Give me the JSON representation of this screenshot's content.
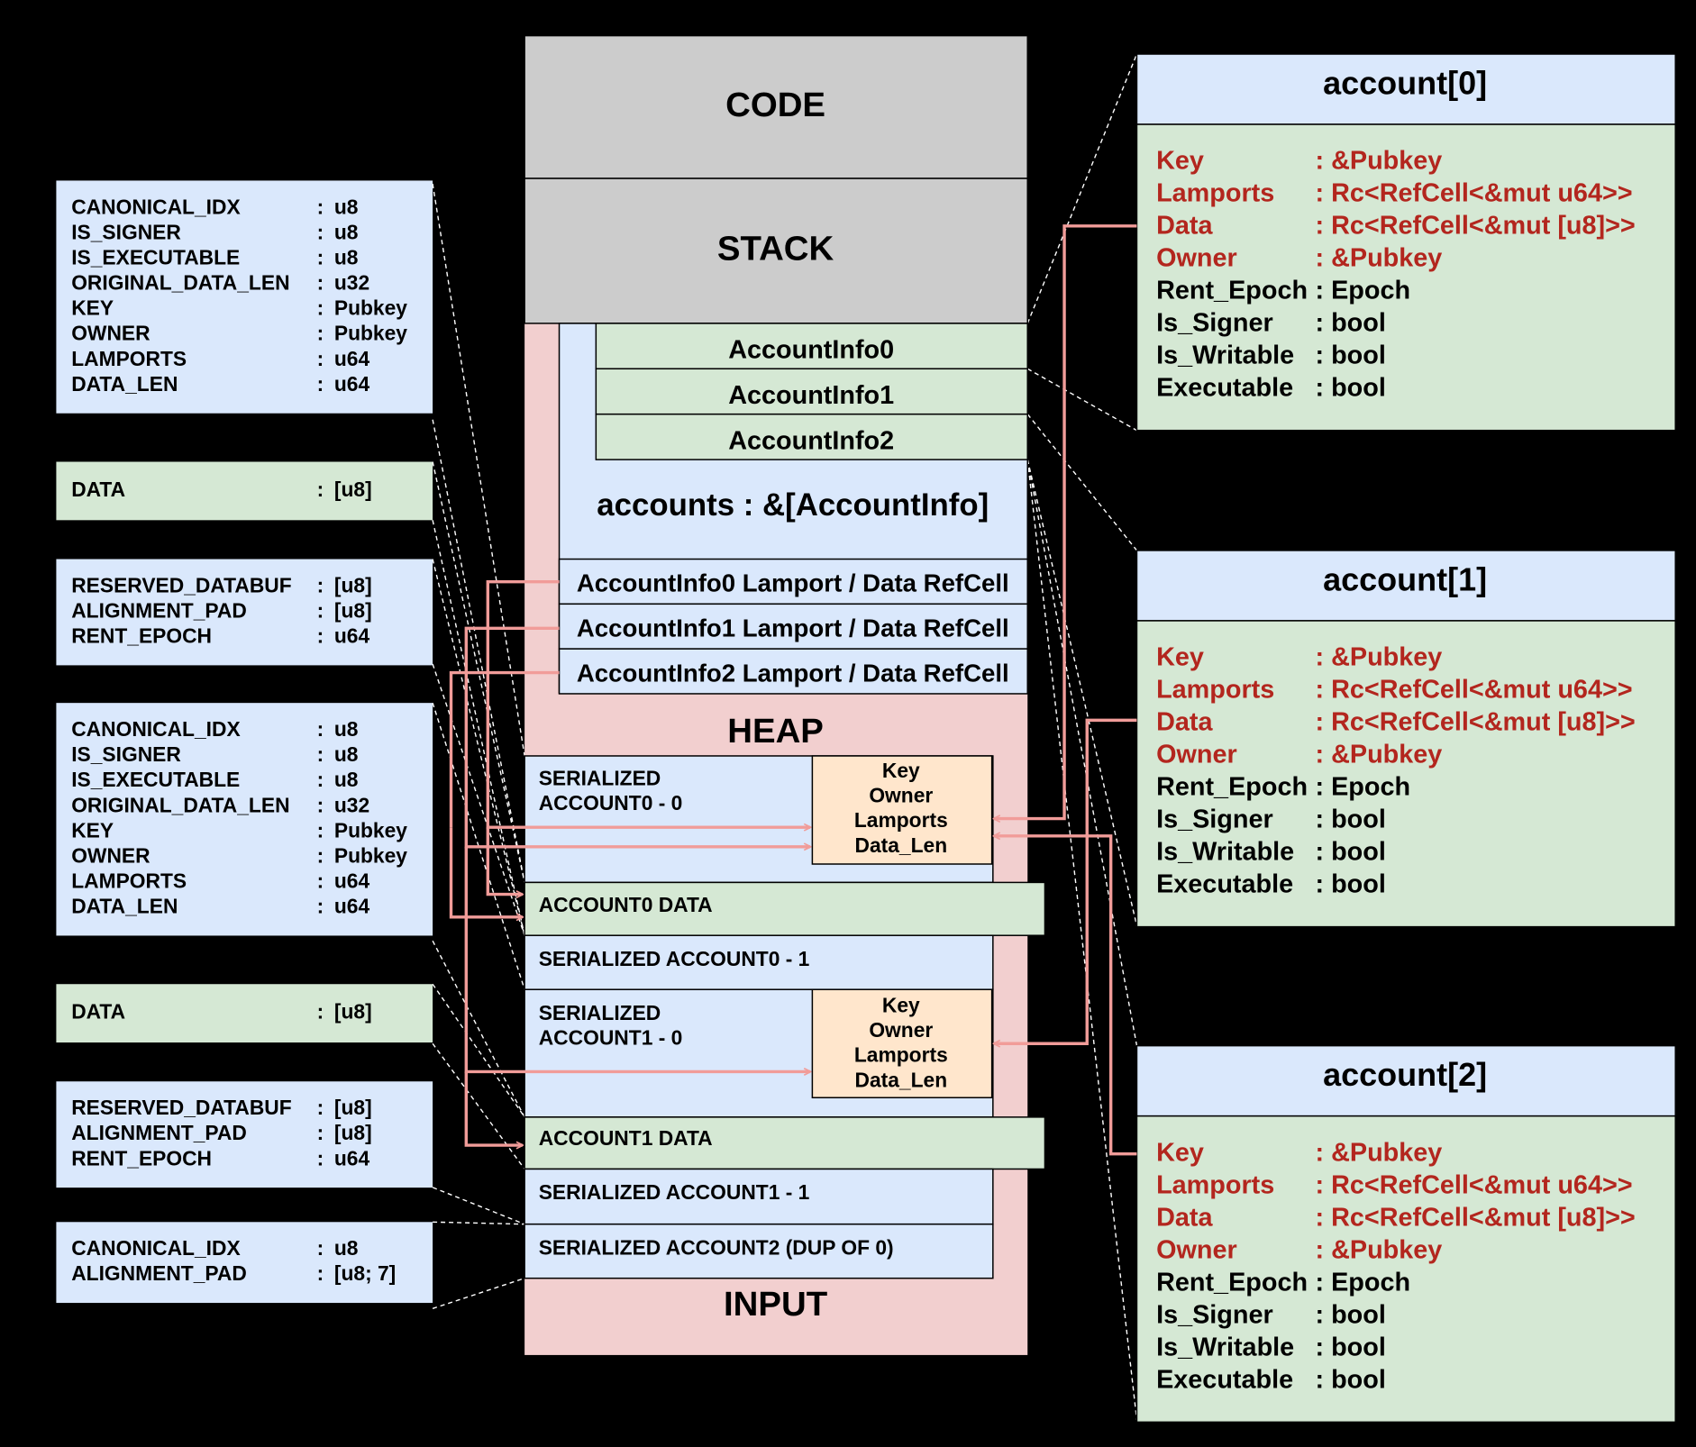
{
  "colors": {
    "background": "#000000",
    "gray": "#cccccc",
    "blue": "#dae8fc",
    "green": "#d5e8d4",
    "pink": "#f2cfcf",
    "orange": "#ffe6cc",
    "arrow": "#f19c99",
    "red_text": "#b3261e"
  },
  "memory": {
    "code": "CODE",
    "stack": "STACK",
    "account_infos": [
      "AccountInfo0",
      "AccountInfo1",
      "AccountInfo2"
    ],
    "accounts_slice": "accounts : &[AccountInfo]",
    "refcells": [
      "AccountInfo0 Lamport / Data RefCell",
      "AccountInfo1 Lamport / Data RefCell",
      "AccountInfo2 Lamport / Data RefCell"
    ],
    "heap": "HEAP",
    "input": "INPUT",
    "serialized_account0_0": [
      "SERIALIZED",
      "ACCOUNT0 - 0"
    ],
    "serialized_account1_0": [
      "SERIALIZED",
      "ACCOUNT1 - 0"
    ],
    "header_fields": [
      "Key",
      "Owner",
      "Lamports",
      "Data_Len"
    ],
    "account0_data": "ACCOUNT0 DATA",
    "serialized_account0_1": "SERIALIZED ACCOUNT0 - 1",
    "account1_data": "ACCOUNT1 DATA",
    "serialized_account1_1": "SERIALIZED ACCOUNT1 - 1",
    "serialized_account2": "SERIALIZED ACCOUNT2 (DUP OF 0)"
  },
  "left_panels": [
    {
      "color": "blue",
      "rows": [
        {
          "name": "CANONICAL_IDX",
          "type": "u8"
        },
        {
          "name": "IS_SIGNER",
          "type": "u8"
        },
        {
          "name": "IS_EXECUTABLE",
          "type": "u8"
        },
        {
          "name": "ORIGINAL_DATA_LEN",
          "type": "u32"
        },
        {
          "name": "KEY",
          "type": "Pubkey"
        },
        {
          "name": "OWNER",
          "type": "Pubkey"
        },
        {
          "name": "LAMPORTS",
          "type": "u64"
        },
        {
          "name": "DATA_LEN",
          "type": "u64"
        }
      ]
    },
    {
      "color": "green",
      "rows": [
        {
          "name": "DATA",
          "type": "[u8]"
        }
      ]
    },
    {
      "color": "blue",
      "rows": [
        {
          "name": "RESERVED_DATABUF",
          "type": "[u8]"
        },
        {
          "name": "ALIGNMENT_PAD",
          "type": "[u8]"
        },
        {
          "name": "RENT_EPOCH",
          "type": "u64"
        }
      ]
    },
    {
      "color": "blue",
      "rows": [
        {
          "name": "CANONICAL_IDX",
          "type": "u8"
        },
        {
          "name": "IS_SIGNER",
          "type": "u8"
        },
        {
          "name": "IS_EXECUTABLE",
          "type": "u8"
        },
        {
          "name": "ORIGINAL_DATA_LEN",
          "type": "u32"
        },
        {
          "name": "KEY",
          "type": "Pubkey"
        },
        {
          "name": "OWNER",
          "type": "Pubkey"
        },
        {
          "name": "LAMPORTS",
          "type": "u64"
        },
        {
          "name": "DATA_LEN",
          "type": "u64"
        }
      ]
    },
    {
      "color": "green",
      "rows": [
        {
          "name": "DATA",
          "type": "[u8]"
        }
      ]
    },
    {
      "color": "blue",
      "rows": [
        {
          "name": "RESERVED_DATABUF",
          "type": "[u8]"
        },
        {
          "name": "ALIGNMENT_PAD",
          "type": "[u8]"
        },
        {
          "name": "RENT_EPOCH",
          "type": "u64"
        }
      ]
    },
    {
      "color": "blue",
      "rows": [
        {
          "name": "CANONICAL_IDX",
          "type": "u8"
        },
        {
          "name": "ALIGNMENT_PAD",
          "type": "[u8; 7]"
        }
      ]
    }
  ],
  "separator": ":",
  "account_cards": [
    {
      "title": "account[0]",
      "fields": [
        {
          "name": "Key",
          "type": ": &Pubkey",
          "red": true
        },
        {
          "name": "Lamports",
          "type": ": Rc<RefCell<&mut u64>>",
          "red": true
        },
        {
          "name": "Data",
          "type": ": Rc<RefCell<&mut [u8]>>",
          "red": true
        },
        {
          "name": "Owner",
          "type": ": &Pubkey",
          "red": true
        },
        {
          "name": "Rent_Epoch",
          "type": ": Epoch",
          "red": false
        },
        {
          "name": "Is_Signer",
          "type": ": bool",
          "red": false
        },
        {
          "name": "Is_Writable",
          "type": ": bool",
          "red": false
        },
        {
          "name": "Executable",
          "type": ": bool",
          "red": false
        }
      ]
    },
    {
      "title": "account[1]",
      "fields": [
        {
          "name": "Key",
          "type": ": &Pubkey",
          "red": true
        },
        {
          "name": "Lamports",
          "type": ": Rc<RefCell<&mut u64>>",
          "red": true
        },
        {
          "name": "Data",
          "type": ": Rc<RefCell<&mut [u8]>>",
          "red": true
        },
        {
          "name": "Owner",
          "type": ": &Pubkey",
          "red": true
        },
        {
          "name": "Rent_Epoch",
          "type": ": Epoch",
          "red": false
        },
        {
          "name": "Is_Signer",
          "type": ": bool",
          "red": false
        },
        {
          "name": "Is_Writable",
          "type": ": bool",
          "red": false
        },
        {
          "name": "Executable",
          "type": ": bool",
          "red": false
        }
      ]
    },
    {
      "title": "account[2]",
      "fields": [
        {
          "name": "Key",
          "type": ": &Pubkey",
          "red": true
        },
        {
          "name": "Lamports",
          "type": ": Rc<RefCell<&mut u64>>",
          "red": true
        },
        {
          "name": "Data",
          "type": ": Rc<RefCell<&mut [u8]>>",
          "red": true
        },
        {
          "name": "Owner",
          "type": ": &Pubkey",
          "red": true
        },
        {
          "name": "Rent_Epoch",
          "type": ": Epoch",
          "red": false
        },
        {
          "name": "Is_Signer",
          "type": ": bool",
          "red": false
        },
        {
          "name": "Is_Writable",
          "type": ": bool",
          "red": false
        },
        {
          "name": "Executable",
          "type": ": bool",
          "red": false
        }
      ]
    }
  ]
}
